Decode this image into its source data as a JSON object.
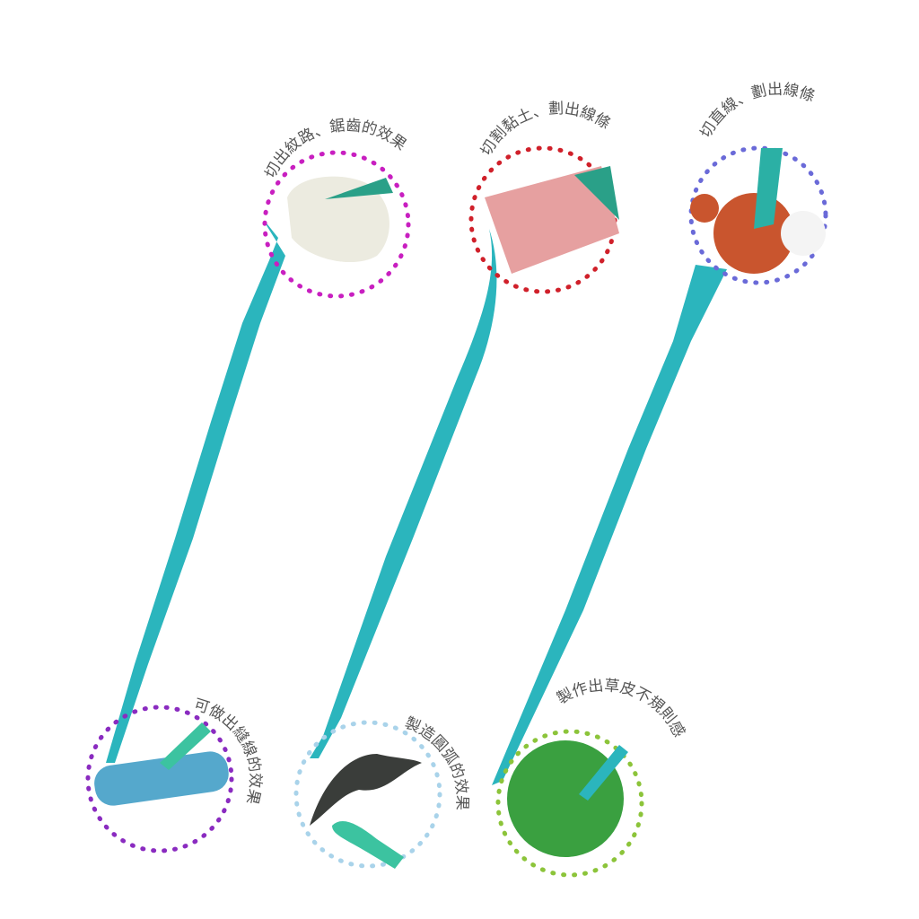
{
  "labels": {
    "tool1_top": "切出紋路、鋸齒的效果",
    "tool2_top": "切割黏土、劃出線條",
    "tool3_top": "切直線、劃出線條",
    "tool1_bottom": "可做出縫線的效果",
    "tool2_bottom": "製造圓弧的效果",
    "tool3_bottom": "製作出草皮不規則感"
  },
  "colors": {
    "tool": "#2bb5bd",
    "circle1": "#c81fc0",
    "circle2": "#d0202a",
    "circle3": "#6a6ad8",
    "circle4": "#8a2bc0",
    "circle5": "#a9d3ea",
    "circle6": "#8cc43a"
  }
}
